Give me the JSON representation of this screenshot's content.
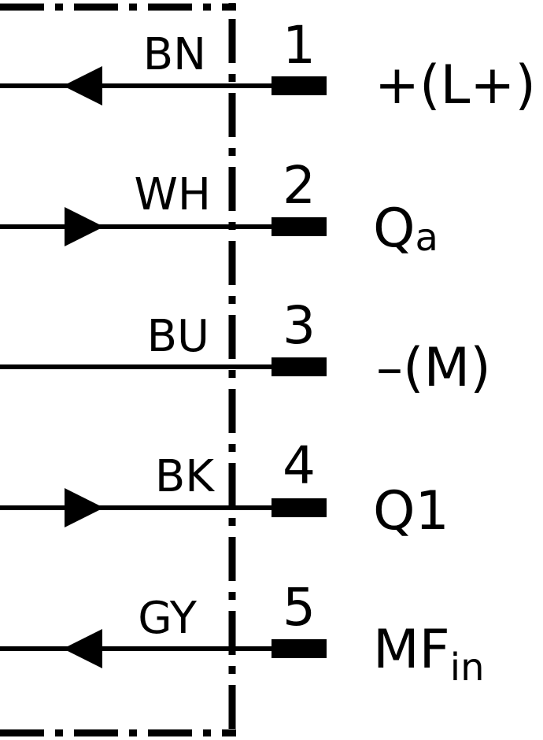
{
  "colors": {
    "line": "#000000",
    "background": "#ffffff"
  },
  "pins": [
    {
      "wire_color": "BN",
      "number": "1",
      "signal": "+(L+)",
      "signal_sub": "",
      "arrow": "left"
    },
    {
      "wire_color": "WH",
      "number": "2",
      "signal": "Q",
      "signal_sub": "a",
      "arrow": "right"
    },
    {
      "wire_color": "BU",
      "number": "3",
      "signal": "–(M)",
      "signal_sub": "",
      "arrow": "none"
    },
    {
      "wire_color": "BK",
      "number": "4",
      "signal": "Q1",
      "signal_sub": "",
      "arrow": "right"
    },
    {
      "wire_color": "GY",
      "number": "5",
      "signal": "MF",
      "signal_sub": "in",
      "arrow": "left"
    }
  ]
}
